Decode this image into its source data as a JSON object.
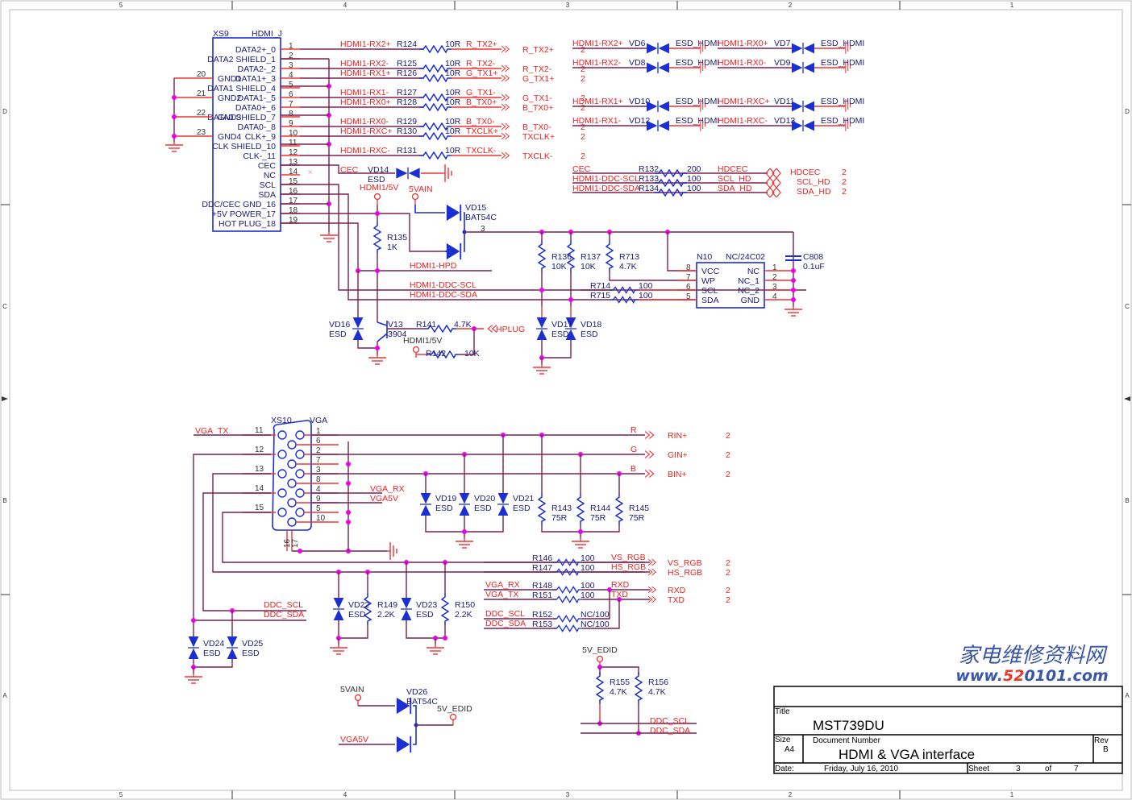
{
  "border": {
    "columns": [
      "5",
      "4",
      "3",
      "2",
      "1"
    ],
    "rows": [
      "D",
      "C",
      "B",
      "A"
    ]
  },
  "hdmi_connector": {
    "ref": "XS9",
    "part": "HDMI_J",
    "pins": [
      {
        "num": "1",
        "name": "DATA2+_0"
      },
      {
        "num": "2",
        "name": "DATA2 SHIELD_1"
      },
      {
        "num": "3",
        "name": "DATA2-_2"
      },
      {
        "num": "4",
        "name": "DATA1+_3"
      },
      {
        "num": "5",
        "name": "DATA1 SHIELD_4"
      },
      {
        "num": "6",
        "name": "DATA1-_5"
      },
      {
        "num": "7",
        "name": "DATA0+_6"
      },
      {
        "num": "8",
        "name": "DATA0 SHIELD_7"
      },
      {
        "num": "9",
        "name": "DATA0-_8"
      },
      {
        "num": "10",
        "name": "CLK+_9"
      },
      {
        "num": "11",
        "name": "CLK SHIELD_10"
      },
      {
        "num": "12",
        "name": "CLK-_11"
      },
      {
        "num": "13",
        "name": "CEC"
      },
      {
        "num": "14",
        "name": "NC"
      },
      {
        "num": "15",
        "name": "SCL"
      },
      {
        "num": "16",
        "name": "SDA"
      },
      {
        "num": "17",
        "name": "DDC/CEC GND_16"
      },
      {
        "num": "18",
        "name": "+5V POWER_17"
      },
      {
        "num": "19",
        "name": "HOT PLUG_18"
      }
    ],
    "gnd_pins": [
      {
        "num": "20",
        "name": "GND1"
      },
      {
        "num": "21",
        "name": "GND2"
      },
      {
        "num": "22",
        "name": "GND3"
      },
      {
        "num": "23",
        "name": "GND4"
      }
    ]
  },
  "series_resistors": [
    {
      "net_in": "HDMI1-RX2+",
      "ref": "R124",
      "value": "10R",
      "net_out": "R_TX2+",
      "port": "R_TX2+",
      "sheet": "2"
    },
    {
      "net_in": "HDMI1-RX2-",
      "ref": "R125",
      "value": "10R",
      "net_out": "R_TX2-",
      "port": "R_TX2-",
      "sheet": "2"
    },
    {
      "net_in": "HDMI1-RX1+",
      "ref": "R126",
      "value": "10R",
      "net_out": "G_TX1+",
      "port": "G_TX1+",
      "sheet": "2"
    },
    {
      "net_in": "HDMI1-RX1-",
      "ref": "R127",
      "value": "10R",
      "net_out": "G_TX1-",
      "port": "G_TX1-",
      "sheet": "2"
    },
    {
      "net_in": "HDMI1-RX0+",
      "ref": "R128",
      "value": "10R",
      "net_out": "B_TX0+",
      "port": "B_TX0+",
      "sheet": "2"
    },
    {
      "net_in": "HDMI1-RX0-",
      "ref": "R129",
      "value": "10R",
      "net_out": "B_TX0-",
      "port": "B_TX0-",
      "sheet": "2"
    },
    {
      "net_in": "HDMI1-RXC+",
      "ref": "R130",
      "value": "10R",
      "net_out": "TXCLK+",
      "port": "TXCLK+",
      "sheet": "2"
    },
    {
      "net_in": "HDMI1-RXC-",
      "ref": "R131",
      "value": "10R",
      "net_out": "TXCLK-",
      "port": "TXCLK-",
      "sheet": "2"
    }
  ],
  "esd_hdmi": [
    {
      "net": "HDMI1-RX2+",
      "ref": "VD6",
      "label": "ESD_HDMI"
    },
    {
      "net": "HDMI1-RX0+",
      "ref": "VD7",
      "label": "ESD_HDMI"
    },
    {
      "net": "HDMI1-RX2-",
      "ref": "VD8",
      "label": "ESD_HDMI"
    },
    {
      "net": "HDMI1-RX0-",
      "ref": "VD9",
      "label": "ESD_HDMI"
    },
    {
      "net": "HDMI1-RX1+",
      "ref": "VD10",
      "label": "ESD_HDMI"
    },
    {
      "net": "HDMI1-RXC+",
      "ref": "VD11",
      "label": "ESD_HDMI"
    },
    {
      "net": "HDMI1-RX1-",
      "ref": "VD12",
      "label": "ESD_HDMI"
    },
    {
      "net": "HDMI1-RXC-",
      "ref": "VD13",
      "label": "ESD_HDMI"
    }
  ],
  "ddc_resistors": [
    {
      "net_in": "CEC",
      "ref": "R132",
      "value": "200",
      "net_out": "HDCEC",
      "port": "HDCEC",
      "sheet": "2"
    },
    {
      "net_in": "HDMI1-DDC-SCL",
      "ref": "R133",
      "value": "100",
      "net_out": "SCL_HD",
      "port": "SCL_HD",
      "sheet": "2"
    },
    {
      "net_in": "HDMI1-DDC-SDA",
      "ref": "R134",
      "value": "100",
      "net_out": "SDA_HD",
      "port": "SDA_HD",
      "sheet": "2"
    }
  ],
  "hdmi_misc": {
    "cec_net": "CEC",
    "vd14": {
      "ref": "VD14",
      "label": "ESD"
    },
    "hdmi5v": "HDMI1/5V",
    "vain": "5VAIN",
    "vd15": {
      "ref": "VD15",
      "part": "BAT54C"
    },
    "r135": {
      "ref": "R135",
      "value": "1K"
    },
    "hpd_net": "HDMI1-HPD",
    "scl_net": "HDMI1-DDC-SCL",
    "sda_net": "HDMI1-DDC-SDA",
    "vd16": {
      "ref": "VD16",
      "label": "ESD"
    },
    "v13": {
      "ref": "V13",
      "part": "3904"
    },
    "r141": {
      "ref": "R141",
      "value": "4.7K"
    },
    "hplug": "HPLUG",
    "hdmi5v_2": "HDMI1/5V",
    "r142": {
      "ref": "R142",
      "value": "10K"
    },
    "r136": {
      "ref": "R136",
      "value": "10K"
    },
    "r137": {
      "ref": "R137",
      "value": "10K"
    },
    "r713": {
      "ref": "R713",
      "value": "4.7K"
    },
    "r714": {
      "ref": "R714",
      "value": "100"
    },
    "r715": {
      "ref": "R715",
      "value": "100"
    },
    "vd17": {
      "ref": "VD17",
      "label": "ESD"
    },
    "vd18": {
      "ref": "VD18",
      "label": "ESD"
    },
    "c808": {
      "ref": "C808",
      "value": "0.1uF"
    }
  },
  "eeprom": {
    "ref": "N10",
    "part": "NC/24C02",
    "left_pins": [
      {
        "num": "8",
        "name": "VCC"
      },
      {
        "num": "7",
        "name": "WP"
      },
      {
        "num": "6",
        "name": "SCL"
      },
      {
        "num": "5",
        "name": "SDA"
      }
    ],
    "right_pins": [
      {
        "num": "1",
        "name": "NC"
      },
      {
        "num": "2",
        "name": "NC_1"
      },
      {
        "num": "3",
        "name": "NC_2"
      },
      {
        "num": "4",
        "name": "GND"
      }
    ]
  },
  "vga_connector": {
    "ref": "XS10",
    "part": "VGA",
    "left_pins": [
      "11",
      "12",
      "13",
      "14",
      "15"
    ],
    "right_pins": [
      "1",
      "6",
      "2",
      "7",
      "3",
      "8",
      "4",
      "9",
      "5",
      "10"
    ],
    "bottom_pins": [
      "16",
      "17"
    ],
    "vga_tx": "VGA_TX",
    "vga_rx": "VGA_RX",
    "vga5v": "VGA5V"
  },
  "vga_rgb": {
    "outputs": [
      {
        "net": "R",
        "port": "RIN+",
        "sheet": "2"
      },
      {
        "net": "G",
        "port": "GIN+",
        "sheet": "2"
      },
      {
        "net": "B",
        "port": "BIN+",
        "sheet": "2"
      }
    ],
    "esd": [
      {
        "ref": "VD19",
        "label": "ESD"
      },
      {
        "ref": "VD20",
        "label": "ESD"
      },
      {
        "ref": "VD21",
        "label": "ESD"
      }
    ],
    "terminations": [
      {
        "ref": "R143",
        "value": "75R"
      },
      {
        "ref": "R144",
        "value": "75R"
      },
      {
        "ref": "R145",
        "value": "75R"
      }
    ]
  },
  "vga_sync": [
    {
      "ref": "R146",
      "value": "100",
      "net_in": "",
      "net_out": "VS_RGB",
      "port": "VS_RGB",
      "sheet": "2"
    },
    {
      "ref": "R147",
      "value": "100",
      "net_in": "",
      "net_out": "HS_RGB",
      "port": "HS_RGB",
      "sheet": "2"
    },
    {
      "ref": "R148",
      "value": "100",
      "net_in": "VGA_RX",
      "net_out": "RXD",
      "port": "RXD",
      "sheet": "2"
    },
    {
      "ref": "R151",
      "value": "100",
      "net_in": "VGA_TX",
      "net_out": "TXD",
      "port": "TXD",
      "sheet": "2"
    },
    {
      "ref": "R152",
      "value": "NC/100",
      "net_in": "DDC_SCL",
      "net_out": "",
      "port": "",
      "sheet": ""
    },
    {
      "ref": "R153",
      "value": "NC/100",
      "net_in": "DDC_SDA",
      "net_out": "",
      "port": "",
      "sheet": ""
    }
  ],
  "vga_ddc": {
    "scl": "DDC_SCL",
    "sda": "DDC_SDA",
    "vd22": {
      "ref": "VD22",
      "label": "ESD"
    },
    "r149": {
      "ref": "R149",
      "value": "2.2K"
    },
    "vd23": {
      "ref": "VD23",
      "label": "ESD"
    },
    "r150": {
      "ref": "R150",
      "value": "2.2K"
    },
    "vd24": {
      "ref": "VD24",
      "label": "ESD"
    },
    "vd25": {
      "ref": "VD25",
      "label": "ESD"
    }
  },
  "edid_power": {
    "vain": "5VAIN",
    "vd26": {
      "ref": "VD26",
      "part": "BAT54C"
    },
    "out": "5V_EDID",
    "vga5v": "VGA5V",
    "pullup_net": "5V_EDID",
    "r155": {
      "ref": "R155",
      "value": "4.7K"
    },
    "r156": {
      "ref": "R156",
      "value": "4.7K"
    },
    "scl": "DDC_SCL",
    "sda": "DDC_SDA"
  },
  "watermark": {
    "chinese": "家电维修资料网",
    "url_prefix": "www.",
    "url_red": "52",
    "url_suffix": "0101.com"
  },
  "title_block": {
    "title_label": "Title",
    "title": "MST739DU",
    "size_label": "Size",
    "size": "A4",
    "docnum_label": "Document Number",
    "docnum": "HDMI & VGA interface",
    "rev_label": "Rev",
    "rev": "B",
    "date_label": "Date:",
    "date": "Friday, July 16, 2010",
    "sheet_label": "Sheet",
    "sheet": "3",
    "of_label": "of",
    "total": "7"
  }
}
